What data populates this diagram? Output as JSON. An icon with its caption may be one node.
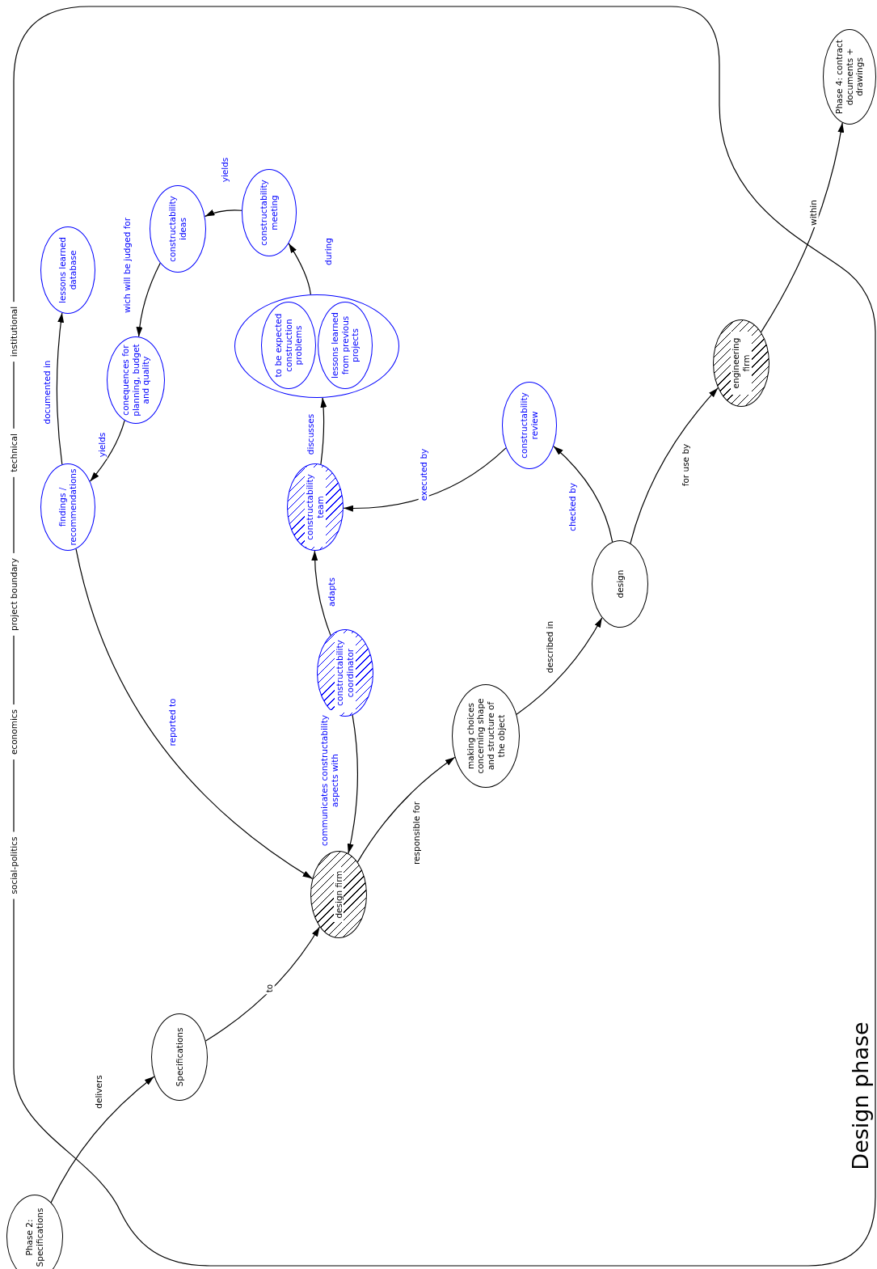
{
  "diagram": {
    "title": "Design phase",
    "nodes": [
      {
        "text": [
          "Phase 2: Specifications"
        ]
      },
      {
        "text": [
          "Specifications"
        ]
      },
      {
        "text": [
          "design firm"
        ]
      },
      {
        "text": [
          "making choices concerning shape and structure of the object"
        ]
      },
      {
        "text": [
          "design"
        ]
      },
      {
        "text": [
          "engineering firm"
        ]
      },
      {
        "text": [
          "Phase 4: contract documents + drawings"
        ]
      },
      {
        "text": [
          "constructability coordinator"
        ]
      },
      {
        "text": [
          "constructability team"
        ]
      },
      {
        "text": [],
        "shape": "ellipse"
      },
      {
        "text": [
          "to be expected construction problems"
        ],
        "in": 9
      },
      {
        "text": [
          "lessons learned from previous projects"
        ],
        "in": 9
      },
      {
        "text": [
          "constructability review"
        ]
      },
      {
        "text": [
          "constructability meeting"
        ]
      },
      {
        "text": [
          "constructability ideas"
        ]
      },
      {
        "text": [
          "conequences for planning, budget and quality"
        ]
      },
      {
        "text": [
          "findings / recommendations"
        ]
      },
      {
        "text": [
          "lessons learned database"
        ]
      }
    ],
    "edges": [
      {
        "from": 0,
        "to": 1,
        "arrow": "to",
        "label": "delivers"
      },
      {
        "from": 1,
        "to": 2,
        "arrow": "to",
        "label": "to"
      },
      {
        "from": 16,
        "to": 2,
        "arrow": "to",
        "label": "reported to"
      },
      {
        "from": 7,
        "to": 2,
        "arrow": "to",
        "label": "communicates constructability aspects with"
      },
      {
        "from": 2,
        "to": 3,
        "arrow": "to",
        "label": "responsible for"
      },
      {
        "from": 3,
        "to": 4,
        "arrow": "to",
        "label": "described in"
      },
      {
        "from": 4,
        "to": 12,
        "arrow": "to",
        "label": "checked by"
      },
      {
        "from": 4,
        "to": 5,
        "arrow": "to",
        "label": "for use by"
      },
      {
        "from": 5,
        "to": 6,
        "arrow": "to",
        "label": "within"
      },
      {
        "from": 12,
        "to": 8,
        "arrow": "to",
        "label": "executed by"
      },
      {
        "from": 7,
        "to": 8,
        "arrow": "to",
        "label": "adapts"
      },
      {
        "from": 8,
        "to": 9,
        "arrow": "to",
        "label": "discusses"
      },
      {
        "from": 9,
        "to": 13,
        "arrow": "to",
        "label": "during"
      },
      {
        "from": 13,
        "to": 14,
        "arrow": "to",
        "label": "yields"
      },
      {
        "from": 14,
        "to": 15,
        "arrow": "to",
        "label": "wich will be judged for"
      },
      {
        "from": 15,
        "to": 16,
        "arrow": "to",
        "label": "yields"
      },
      {
        "from": 16,
        "to": 17,
        "arrow": "to",
        "label": "documented in"
      }
    ],
    "labels": [
      "social-politics",
      "economics",
      "project boundary",
      "technical",
      "institutional"
    ]
  }
}
